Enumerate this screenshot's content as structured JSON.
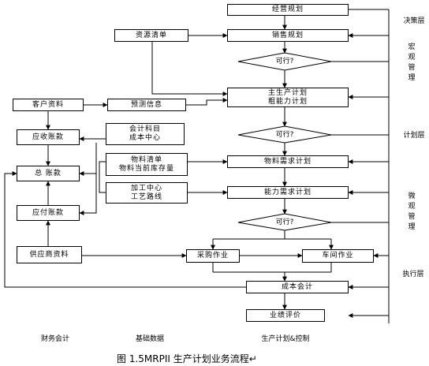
{
  "boxes": {
    "jingying_guihua": "经营规划",
    "ziyuan_qingdan": "资源清单",
    "xiaoshou_guihua": "销售规划",
    "zhu_shengchan_jihua": "主生产计划\n粗能力计划",
    "kehu_ziliao": "客户资料",
    "yuce_xinxi": "预测信息",
    "kuaiji_kemu": "会计科目\n成本中心",
    "yingshou_zhangkuan": "应收账款",
    "wuliao_qingdan": "物料清单\n物料当前库存量",
    "wuliao_xuqiu": "物料需求计划",
    "zong_zhangkuan": "总 账款",
    "jiagong_zhongxin": "加工中心\n工艺路线",
    "nengli_xuqiu": "能力需求计划",
    "yingfu_zhangkuan": "应付账款",
    "gongyingshang": "供应商资料",
    "caigou_zuoye": "采购作业",
    "chejian_zuoye": "车间作业",
    "chengben_kuaiji": "成本会计",
    "yeji_pingjia": "业绩评价"
  },
  "decisions": {
    "d1": "可行?",
    "d2": "可行?",
    "d3": "可行?"
  },
  "right_labels": {
    "juece": "决策层",
    "hongguan": "宏\n观\n管\n理",
    "jihua": "计划层",
    "weiguan": "微\n观\n管\n理",
    "zhixing": "执行层"
  },
  "bottom_labels": {
    "caiwu": "财务会计",
    "jichu": "基础数据",
    "shengchan": "生产计划&控制"
  },
  "caption": "图 1.5MRPII 生产计划业务流程↵"
}
